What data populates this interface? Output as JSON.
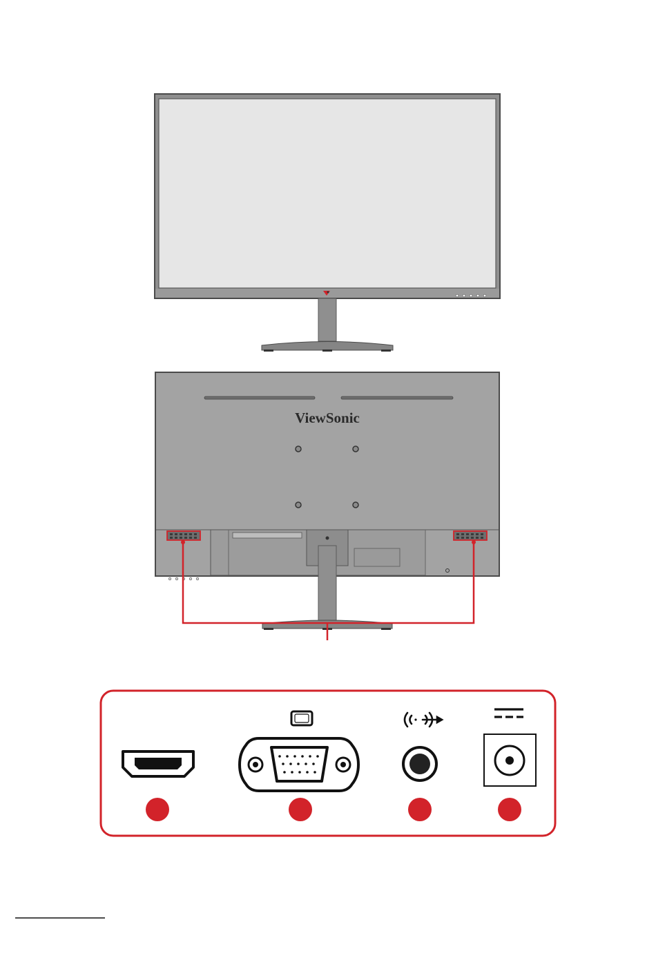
{
  "rear_view": {
    "brand_text": "ViewSonic"
  },
  "ports": [
    {
      "id": "hdmi",
      "icon": "hdmi-port-icon",
      "label_icon": ""
    },
    {
      "id": "vga",
      "icon": "vga-port-icon",
      "label_icon": "vga-monitor-icon"
    },
    {
      "id": "audio",
      "icon": "audio-out-jack-icon",
      "label_icon": "audio-out-icon"
    },
    {
      "id": "dc_in",
      "icon": "dc-power-jack-icon",
      "label_icon": "dc-power-icon"
    }
  ],
  "colors": {
    "callout_red": "#d2232a",
    "bezel_gray": "#8a8a8a",
    "screen_fill": "#e6e6e6",
    "back_fill": "#a3a3a3"
  }
}
